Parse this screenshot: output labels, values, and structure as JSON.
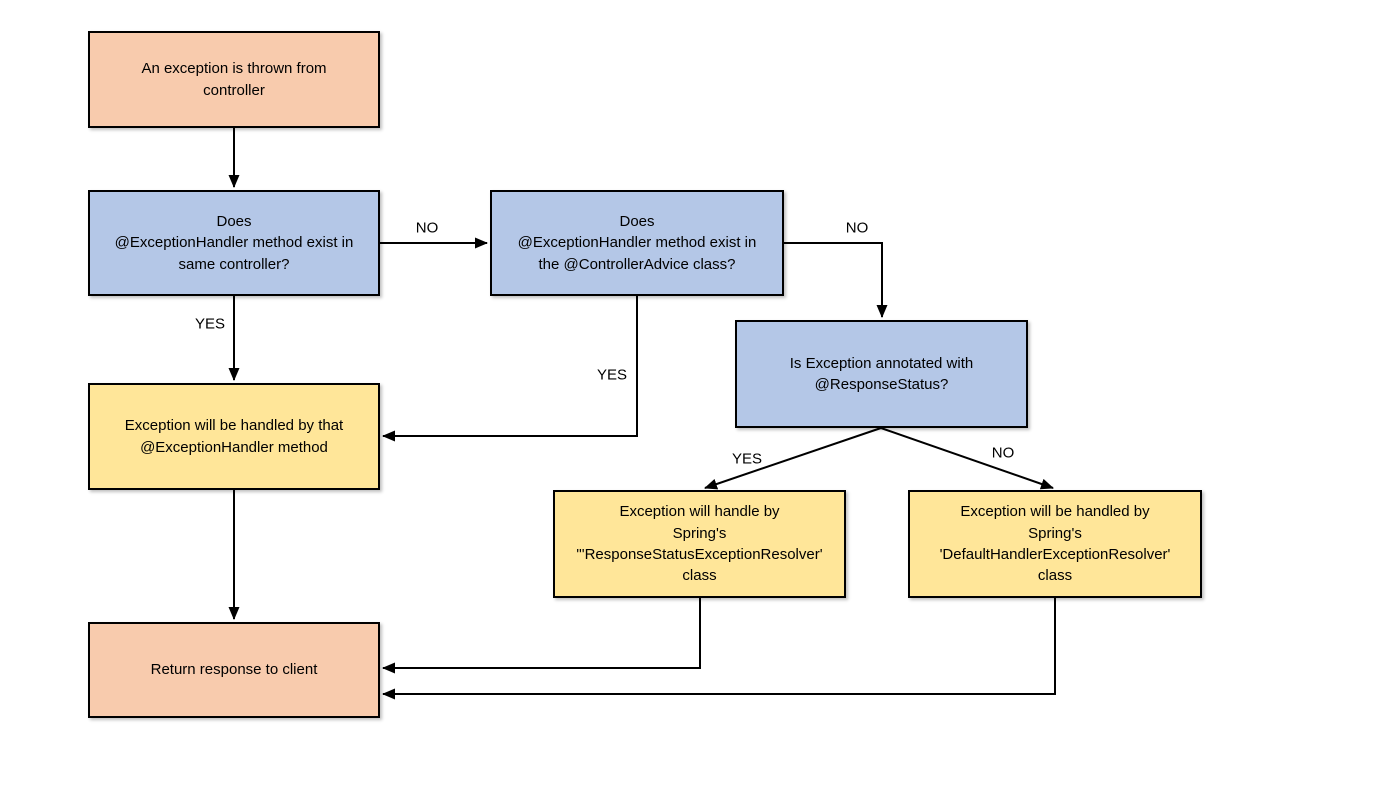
{
  "colors": {
    "start_end_fill": "#F8CBAD",
    "decision_fill": "#B4C7E7",
    "action_fill": "#FFE699",
    "border": "#000000",
    "line": "#000000",
    "background": "#FFFFFF"
  },
  "nodes": [
    {
      "id": "exception-thrown",
      "kind": "start",
      "color": "orange",
      "label": "An exception is thrown from\ncontroller"
    },
    {
      "id": "handler-in-same-controller",
      "kind": "decision",
      "color": "blue",
      "label": "Does\n@ExceptionHandler method exist in\nsame controller?"
    },
    {
      "id": "handler-in-controller-advice",
      "kind": "decision",
      "color": "blue",
      "label": "Does\n@ExceptionHandler method exist in\nthe @ControllerAdvice class?"
    },
    {
      "id": "annotated-with-response-status",
      "kind": "decision",
      "color": "blue",
      "label": "Is Exception annotated with\n@ResponseStatus?"
    },
    {
      "id": "handled-by-exception-handler",
      "kind": "action",
      "color": "yellow",
      "label": "Exception will be handled by that\n@ExceptionHandler method"
    },
    {
      "id": "response-status-exception-resolver",
      "kind": "action",
      "color": "yellow",
      "label": "Exception will handle by\nSpring's\n\"'ResponseStatusExceptionResolver'\nclass"
    },
    {
      "id": "default-handler-exception-resolver",
      "kind": "action",
      "color": "yellow",
      "label": "Exception will be handled by\nSpring's\n'DefaultHandlerExceptionResolver'\nclass"
    },
    {
      "id": "return-response",
      "kind": "end",
      "color": "orange",
      "label": "Return response to client"
    }
  ],
  "edges": [
    {
      "from": "exception-thrown",
      "to": "handler-in-same-controller",
      "label": ""
    },
    {
      "from": "handler-in-same-controller",
      "to": "handler-in-controller-advice",
      "label": "NO"
    },
    {
      "from": "handler-in-same-controller",
      "to": "handled-by-exception-handler",
      "label": "YES"
    },
    {
      "from": "handler-in-controller-advice",
      "to": "annotated-with-response-status",
      "label": "NO"
    },
    {
      "from": "handler-in-controller-advice",
      "to": "handled-by-exception-handler",
      "label": "YES"
    },
    {
      "from": "annotated-with-response-status",
      "to": "response-status-exception-resolver",
      "label": "YES"
    },
    {
      "from": "annotated-with-response-status",
      "to": "default-handler-exception-resolver",
      "label": "NO"
    },
    {
      "from": "handled-by-exception-handler",
      "to": "return-response",
      "label": ""
    },
    {
      "from": "response-status-exception-resolver",
      "to": "return-response",
      "label": ""
    },
    {
      "from": "default-handler-exception-resolver",
      "to": "return-response",
      "label": ""
    }
  ]
}
